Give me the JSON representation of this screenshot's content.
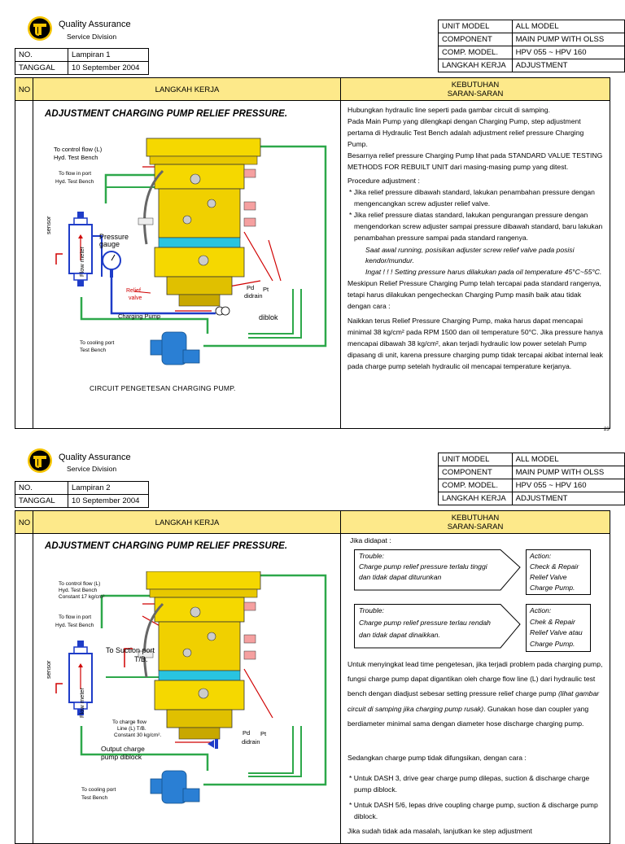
{
  "org": {
    "name": "Quality Assurance",
    "division": "Service Division"
  },
  "labels": {
    "no": "NO.",
    "tanggal": "TANGGAL",
    "unit_model": "UNIT MODEL",
    "component": "COMPONENT",
    "comp_model": "COMP. MODEL.",
    "langkah_kerja": "LANGKAH KERJA",
    "col_no": "NO",
    "col_langkah": "LANGKAH KERJA",
    "col_kebutuhan": "KEBUTUHAN",
    "col_saran": "SARAN-SARAN"
  },
  "meta": {
    "unit_model": "ALL MODEL",
    "component": "MAIN PUMP WITH OLSS",
    "comp_model": "HPV 055 ~ HPV 160",
    "langkah_kerja": "ADJUSTMENT"
  },
  "page1": {
    "no": "Lampiran 1",
    "tanggal": "10 September 2004",
    "title": "ADJUSTMENT CHARGING PUMP RELIEF PRESSURE.",
    "caption": "CIRCUIT PENGETESAN CHARGING PUMP.",
    "page_number": "23",
    "diagram": {
      "control_flow": "To control flow (L)",
      "test_bench": "Hyd. Test Bench",
      "flow_in": "To flow in port",
      "flow_in2": "Hyd. Test Bench",
      "sensor": "sensor",
      "flow_meter": "Flow meter",
      "pressure_gauge": "Pressure gauge",
      "relief": "Relief",
      "valve": "valve",
      "charging_pump": "Charging Pump",
      "diblok": "diblok",
      "pd": "Pd",
      "pt": "Pt",
      "didrain": "didrain",
      "cooling": "To cooling port",
      "cooling2": "Test Bench"
    },
    "text": [
      "Hubungkan hydraulic line seperti pada gambar circuit di samping.",
      "Pada Main Pump yang dilengkapi dengan Charging Pump, step adjustment pertama di Hydraulic Test Bench adalah adjustment relief pressure Charging Pump.",
      "Besarnya relief pressure Charging Pump lihat pada STANDARD VALUE TESTING METHODS FOR REBUILT UNIT dari masing-masing pump yang ditest.",
      "Procedure adjustment :",
      "* Jika relief pressure dibawah standard, lakukan penambahan pressure dengan mengencangkan screw adjuster relief valve.",
      "* Jika relief pressure diatas standard, lakukan pengurangan pressure dengan mengendorkan screw adjuster sampai pressure dibawah standard, baru lakukan penambahan pressure sampai pada standard rangenya.",
      "Saat awal running, posisikan adjuster screw relief valve pada posisi kendor/mundur.",
      "Ingat ! ! ! Setting pressure harus dilakukan pada oil temperature 45°C~55°C.",
      "Meskipun Relief Pressure Charging Pump telah tercapai pada standard rangenya, tetapi harus dilakukan pengecheckan Charging Pump masih baik atau tidak dengan cara :",
      "Naikkan terus Relief Pressure Charging Pump, maka harus dapat mencapai minimal 38 kg/cm² pada RPM 1500 dan oil temperature 50°C. Jika pressure hanya mencapai dibawah 38 kg/cm², akan terjadi hydraulic low power setelah Pump dipasang di unit, karena pressure charging pump tidak tercapai akibat internal leak pada charge pump setelah hydraulic oil mencapai temperature kerjanya."
    ]
  },
  "page2": {
    "no": "Lampiran 2",
    "tanggal": "10 September 2004",
    "title": "ADJUSTMENT CHARGING PUMP RELIEF PRESSURE.",
    "diagram": {
      "control_flow": "To control flow (L)",
      "test_bench": "Hyd. Test Bench",
      "constant": "Constant 17 kg/cm²",
      "flow_in": "To flow in port",
      "flow_in2": "Hyd. Test Bench",
      "suction": "To Suction port",
      "tb": "T/B.",
      "charge_flow": "To charge flow",
      "charge_flow2": "Line (L) T/B.",
      "charge_flow3": "Constant 30 kg/cm².",
      "output": "Output charge",
      "output2": "pump diblock",
      "sensor": "sensor",
      "flow_meter": "Flow meter",
      "pd": "Pd",
      "pt": "Pt",
      "didrain": "didrain",
      "cooling": "To cooling port",
      "cooling2": "Test Bench"
    },
    "jika": "Jika didapat :",
    "trouble1": {
      "label": "Trouble:",
      "text": "Charge pump relief  pressure terlalu tinggi dan tidak dapat diturunkan"
    },
    "action1": {
      "label": "Action:",
      "text": "Check & Repair Relief Valve Charge Pump."
    },
    "trouble2": {
      "label": "Trouble:",
      "text": "Charge pump relief pressure terlau rendah dan tidak dapat dinaikkan."
    },
    "action2": {
      "label": "Action:",
      "text": "Chek & Repair Relief Valve atau Charge Pump."
    },
    "para1a": "Untuk menyingkat lead time pengetesan, jika terjadi problem pada charging pump, fungsi charge pump dapat digantikan oleh charge flow line (L) dari hydraulic test bench dengan diadjust sebesar setting pressure relief charge pump ",
    "para1b": "(lihat gambar circuit di samping jika charging pump rusak)",
    "para1c": ". Gunakan hose dan coupler yang berdiameter minimal sama dengan diameter hose discharge charging pump.",
    "para2": "Sedangkan charge pump tidak difungsikan, dengan cara :",
    "bullet1": "* Untuk DASH 3, drive gear charge pump dilepas, suction & discharge charge pump diblock.",
    "bullet2": "* Untuk DASH 5/6, lepas drive coupling charge pump, suction & discharge pump diblock.",
    "last": "Jika sudah tidak ada masalah, lanjutkan ke step adjustment"
  },
  "colors": {
    "header_yellow": "#fde98a",
    "pump_yellow": "#f5d800",
    "line_green": "#2da84a",
    "line_red": "#d00000",
    "line_blue": "#1e3cc8",
    "bench_blue": "#2a7fd4",
    "cyan_band": "#29c4e0"
  }
}
